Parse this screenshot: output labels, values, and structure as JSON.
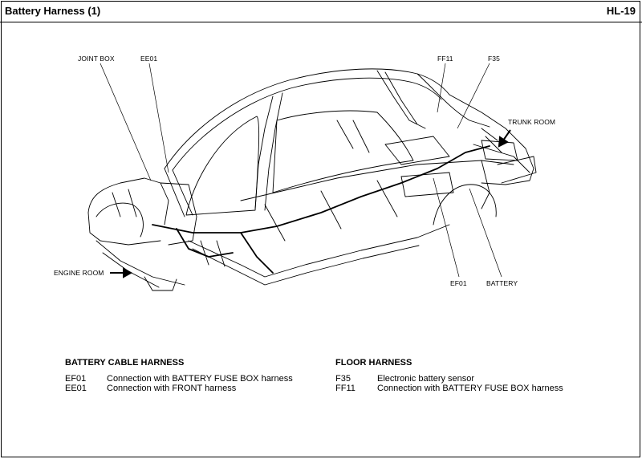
{
  "header": {
    "title": "Battery Harness (1)",
    "page": "HL-19"
  },
  "callouts": {
    "joint_box": "JOINT BOX",
    "ee01": "EE01",
    "ff11": "FF11",
    "f35": "F35",
    "trunk_room": "TRUNK ROOM",
    "engine_room": "ENGINE ROOM",
    "ef01": "EF01",
    "battery": "BATTERY"
  },
  "legend": {
    "battery_cable": {
      "heading": "BATTERY CABLE HARNESS",
      "rows": [
        {
          "code": "EF01",
          "desc": "Connection with BATTERY FUSE BOX harness"
        },
        {
          "code": "EE01",
          "desc": "Connection with FRONT harness"
        }
      ]
    },
    "floor": {
      "heading": "FLOOR HARNESS",
      "rows": [
        {
          "code": "F35",
          "desc": "Electronic battery sensor"
        },
        {
          "code": "FF11",
          "desc": "Connection with BATTERY FUSE BOX harness"
        }
      ]
    }
  }
}
